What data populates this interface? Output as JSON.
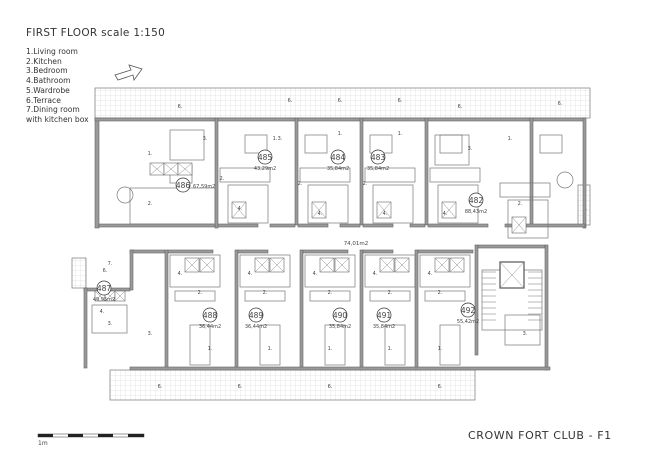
{
  "title": "FIRST FLOOR scale 1:150",
  "legend": [
    "1.Living room",
    "2.Kitchen",
    "3.Bedroom",
    "4.Bathroom",
    "5.Wardrobe",
    "6.Terrace",
    "7.Dining room",
    "with kitchen box"
  ],
  "footer": "CROWN FORT CLUB - F1",
  "scale_bar": {
    "unit_label": "1m"
  },
  "corridor": {
    "area": "74,01m2"
  },
  "terrace_label": "6.",
  "units": [
    {
      "number": "486",
      "area": "67,59m2",
      "rooms": [
        "1.",
        "2.",
        "3."
      ]
    },
    {
      "number": "485",
      "area": "43,29m2",
      "rooms": [
        "1.",
        "2.",
        "3.",
        "4."
      ]
    },
    {
      "number": "484",
      "area": "35,84m2",
      "rooms": [
        "1.",
        "2.",
        "4."
      ]
    },
    {
      "number": "483",
      "area": "35,84m2",
      "rooms": [
        "1.",
        "2.",
        "4."
      ]
    },
    {
      "number": "482",
      "area": "88,43m2",
      "rooms": [
        "1.",
        "2.",
        "3.",
        "4."
      ]
    },
    {
      "number": "487",
      "area": "49,95m2",
      "rooms": [
        "7.",
        "3.",
        "3.",
        "4."
      ]
    },
    {
      "number": "488",
      "area": "36,44m2",
      "rooms": [
        "1.",
        "2.",
        "4."
      ]
    },
    {
      "number": "489",
      "area": "36,44m2",
      "rooms": [
        "1.",
        "2.",
        "4."
      ]
    },
    {
      "number": "490",
      "area": "35,84m2",
      "rooms": [
        "1.",
        "2.",
        "4."
      ]
    },
    {
      "number": "491",
      "area": "35,84m2",
      "rooms": [
        "1.",
        "2.",
        "4."
      ]
    },
    {
      "number": "492",
      "area": "55,42m2",
      "rooms": [
        "1.",
        "2.",
        "3.",
        "4."
      ]
    }
  ]
}
